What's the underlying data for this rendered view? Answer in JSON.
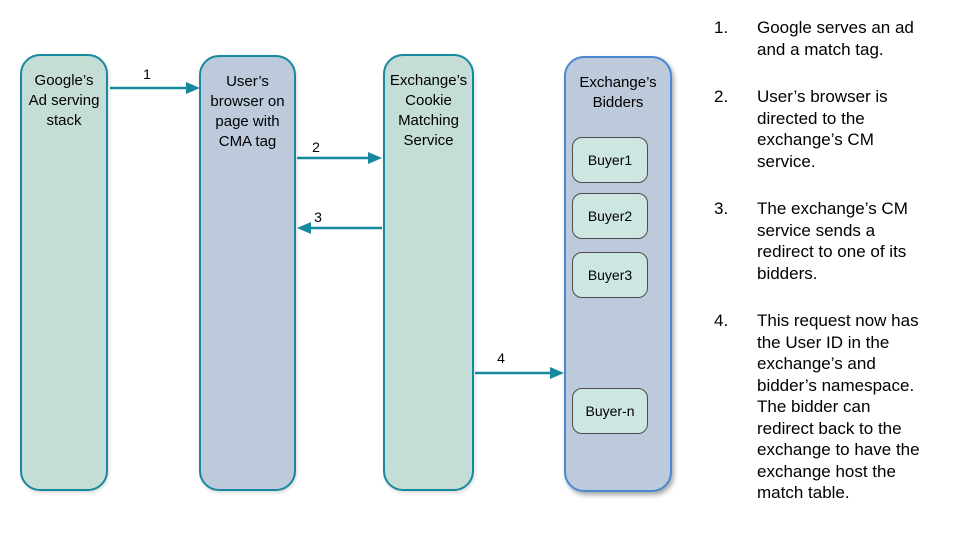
{
  "diagram": {
    "colors": {
      "node_green_fill": "#c5ded5",
      "node_blue_fill": "#bccadb",
      "teal_border": "#17899e",
      "bidders_border": "#4a89d2",
      "buyer_fill": "#cde6e1",
      "buyer_border": "#4c4c4c",
      "arrow": "#17899e"
    },
    "nodes": [
      {
        "id": "google-stack",
        "label": "Google’s\nAd serving\nstack"
      },
      {
        "id": "user-browser",
        "label": "User’s\nbrowser on\npage with\nCMA tag"
      },
      {
        "id": "cm-service",
        "label": "Exchange’s\nCookie\nMatching\nService"
      },
      {
        "id": "bidders",
        "label": "Exchange’s\nBidders",
        "children": [
          "Buyer1",
          "Buyer2",
          "Buyer3",
          "Buyer-n"
        ]
      }
    ],
    "arrows": [
      {
        "label": "1"
      },
      {
        "label": "2"
      },
      {
        "label": "3"
      },
      {
        "label": "4"
      }
    ]
  },
  "steps": {
    "items": [
      {
        "num": "1.",
        "text": "Google serves an ad\nand a match tag."
      },
      {
        "num": "2.",
        "text": "User’s browser is\ndirected to the\nexchange’s CM\nservice."
      },
      {
        "num": "3.",
        "text": "The exchange’s CM\nservice sends a\nredirect to one of its\nbidders."
      },
      {
        "num": "4.",
        "text": "This request now has\nthe User ID in the\nexchange’s and\nbidder’s namespace.\nThe bidder can\nredirect back to the\nexchange to have the\nexchange host the\nmatch table."
      }
    ]
  }
}
